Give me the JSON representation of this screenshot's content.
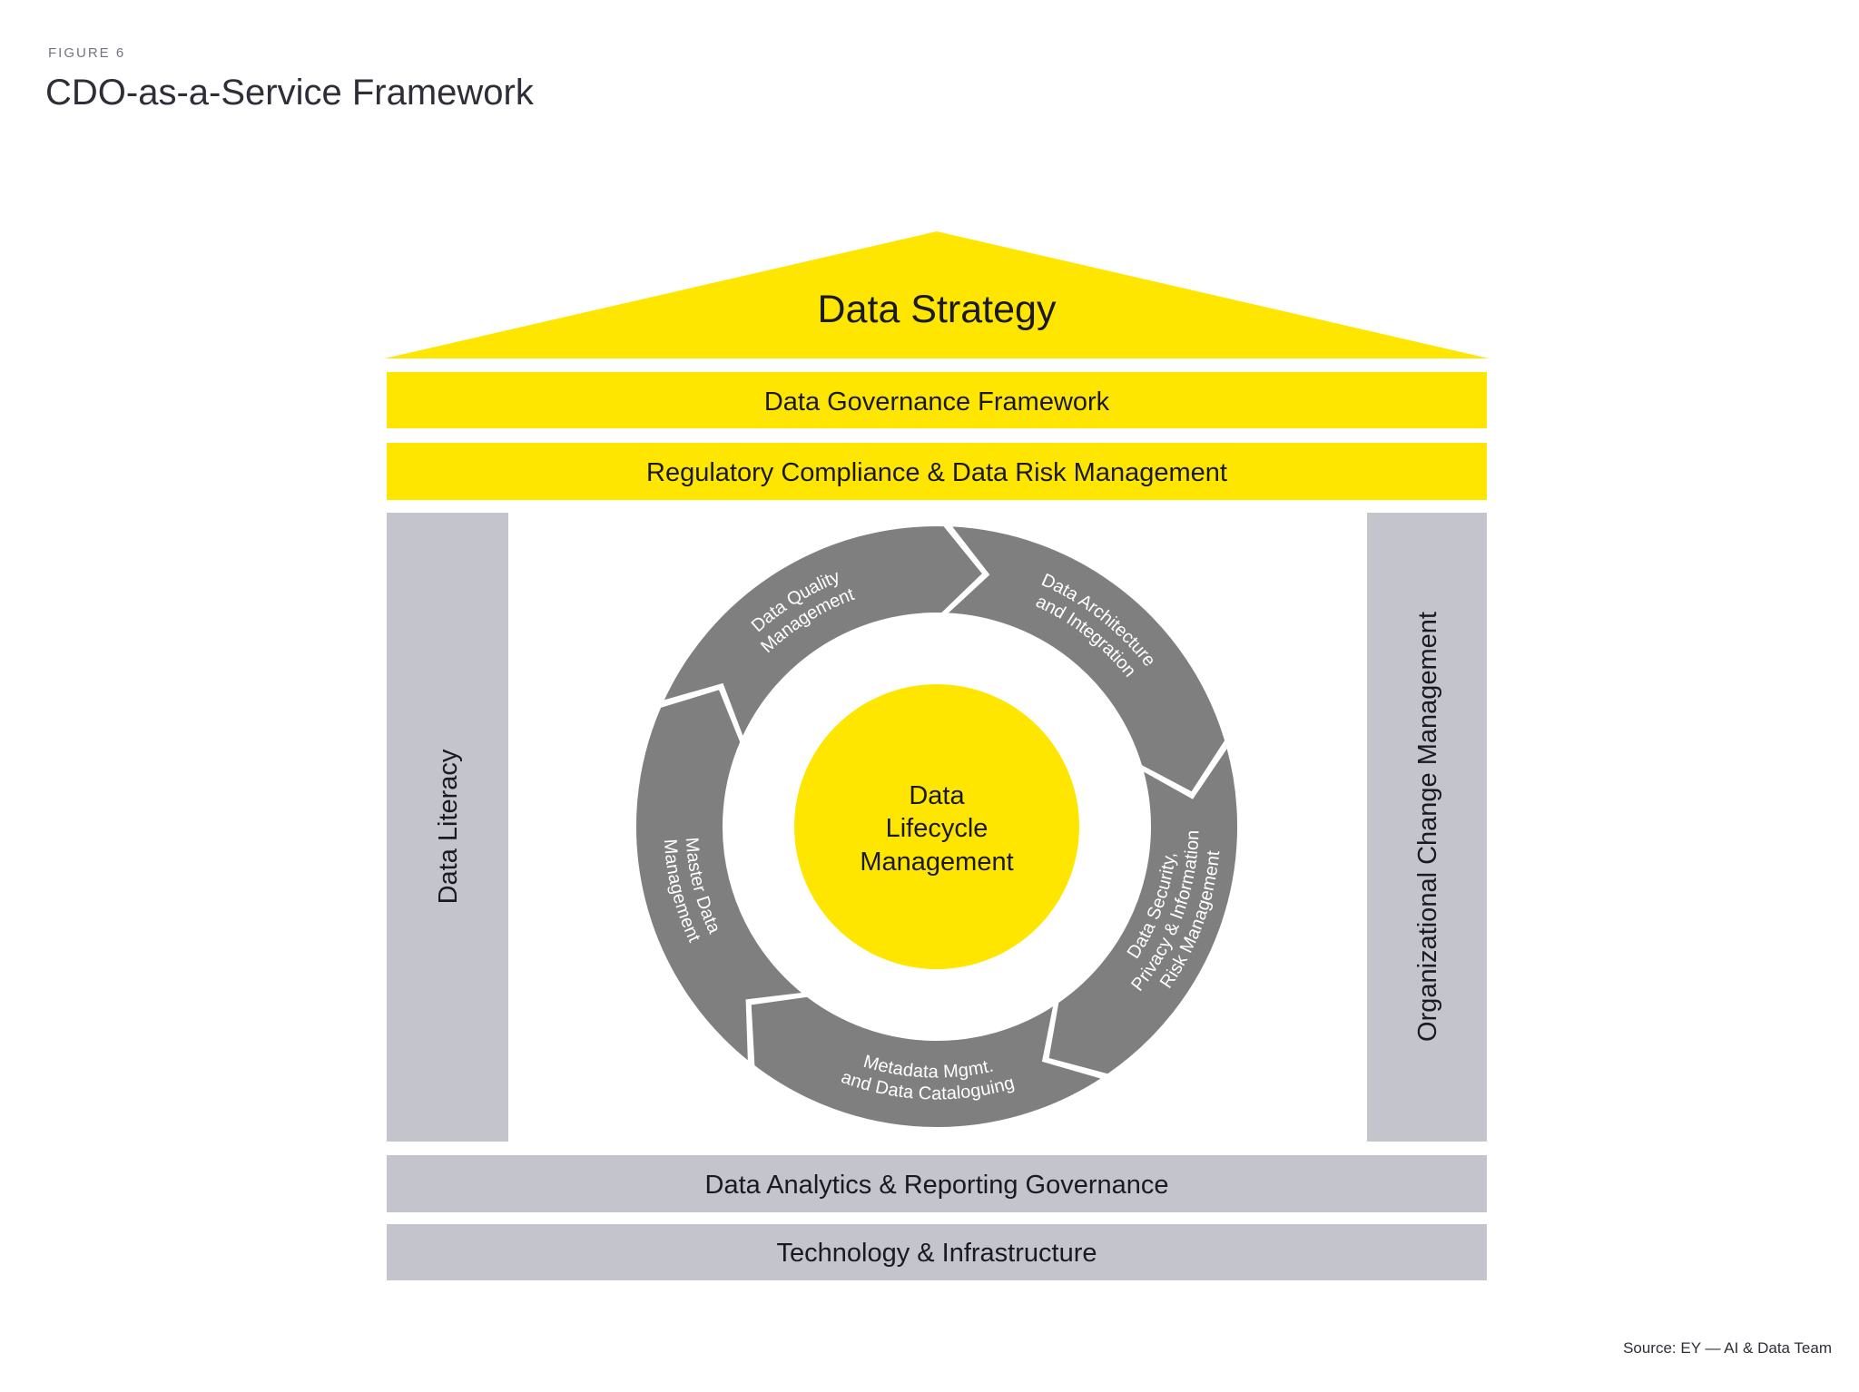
{
  "figure": {
    "label": "FIGURE 6",
    "title": "CDO-as-a-Service Framework"
  },
  "roof": {
    "label": "Data Strategy"
  },
  "bands_top": [
    {
      "label": "Data Governance Framework"
    },
    {
      "label": "Regulatory Compliance & Data Risk Management"
    }
  ],
  "pillars": {
    "left": "Data Literacy",
    "right": "Organizational Change Management"
  },
  "core": {
    "lines": [
      "Data",
      "Lifecycle",
      "Management"
    ]
  },
  "cycle": [
    {
      "lines": [
        "Data Quality",
        "Management"
      ]
    },
    {
      "lines": [
        "Data Architecture",
        "and Integration"
      ]
    },
    {
      "lines": [
        "Data Security,",
        "Privacy & Information",
        "Risk Management"
      ]
    },
    {
      "lines": [
        "Metadata Mgmt.",
        "and Data Cataloguing"
      ]
    },
    {
      "lines": [
        "Master Data",
        "Management"
      ]
    }
  ],
  "bands_bottom": [
    {
      "label": "Data Analytics & Reporting Governance"
    },
    {
      "label": "Technology & Infrastructure"
    }
  ],
  "source": "Source: EY — AI & Data Team",
  "colors": {
    "yellow": "#FFE600",
    "grey_panel": "#C4C4CD",
    "ring": "#7F7F7F",
    "text": "#1A1A24"
  }
}
